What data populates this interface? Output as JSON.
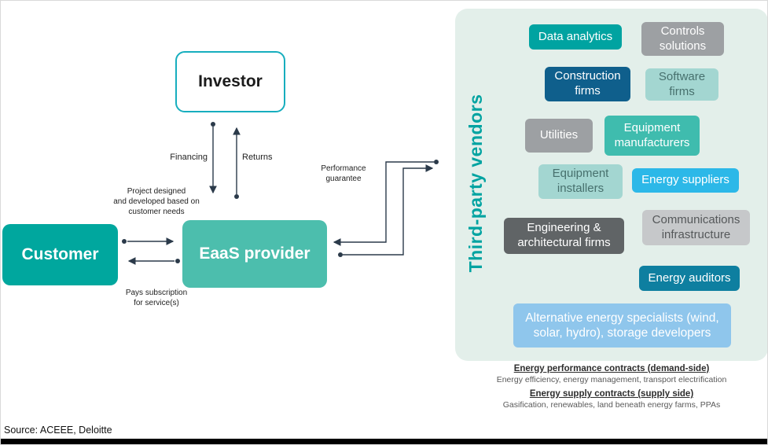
{
  "nodes": {
    "investor": {
      "label": "Investor"
    },
    "customer": {
      "label": "Customer"
    },
    "eaas": {
      "label": "EaaS provider"
    }
  },
  "edge_labels": {
    "financing": "Financing",
    "returns": "Returns",
    "project": "Project designed\nand developed based on\ncustomer needs",
    "subscription": "Pays subscription\nfor service(s)",
    "performance": "Performance\nguarantee"
  },
  "vendors": {
    "title": "Third-party vendors",
    "chips": [
      {
        "label": "Data analytics",
        "color": "#00a3a1"
      },
      {
        "label": "Controls solutions",
        "color": "#9da0a3"
      },
      {
        "label": "Construction firms",
        "color": "#0f5f8c"
      },
      {
        "label": "Software firms",
        "color": "#a3d6d1"
      },
      {
        "label": "Utilities",
        "color": "#9da0a3"
      },
      {
        "label": "Equipment manufacturers",
        "color": "#3fbcae"
      },
      {
        "label": "Equipment installers",
        "color": "#a3d6d1"
      },
      {
        "label": "Energy suppliers",
        "color": "#2cb8e8"
      },
      {
        "label": "Engineering & architectural firms",
        "color": "#606466"
      },
      {
        "label": "Communications infrastructure",
        "color": "#c6c8ca"
      },
      {
        "label": "Energy auditors",
        "color": "#0e7fa0"
      },
      {
        "label": "Alternative energy specialists (wind, solar, hydro), storage developers",
        "color": "#8fc6ec"
      }
    ]
  },
  "footer": {
    "demand_title": "Energy performance contracts (demand-side)",
    "demand_sub": "Energy efficiency, energy management, transport electrification",
    "supply_title": "Energy supply contracts (supply side)",
    "supply_sub": "Gasification, renewables, land beneath energy farms, PPAs",
    "source": "Source: ACEEE, Deloitte"
  },
  "colors": {
    "accent_teal": "#00a3a1",
    "eaas_fill": "#4cbead",
    "customer_fill": "#00a79e",
    "investor_border": "#17aebe",
    "panel_bg": "#e3efea",
    "connector_line": "#2b3a4a"
  }
}
